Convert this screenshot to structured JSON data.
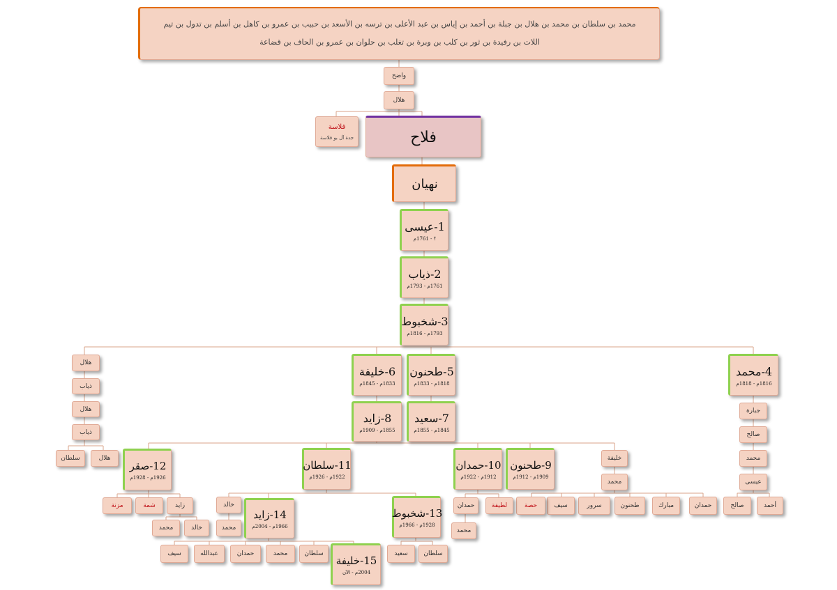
{
  "header": {
    "line1": "محمد بن سلطان بن محمد بن هلال بن جبلة بن أحمد بن إياس بن عبد الأعلى بن ترسه بن الأسعد بن حبيب بن عمرو بن كاهل بن أسلم بن تدول بن تيم",
    "line2": "اللات بن رفيدة بن ثور بن كلب بن وبرة بن تغلب بن حلوان بن عمرو بن الحاف بن قضاعة"
  },
  "root": {
    "wadeh": "واضح",
    "hilal": "هلال",
    "falasa": "فلاسة",
    "falasa_note": "جدة آل بو فلاسة",
    "falah": "فلاح",
    "nahyan": "نهيان"
  },
  "rulers": {
    "r1": {
      "name": "1-عيسى",
      "dates": "؟ - 1761م"
    },
    "r2": {
      "name": "2-ذياب",
      "dates": "1761م - 1793م"
    },
    "r3": {
      "name": "3-شخبوط",
      "dates": "1793م - 1816م"
    },
    "r4": {
      "name": "4-محمد",
      "dates": "1816م - 1818م"
    },
    "r5": {
      "name": "5-طحنون",
      "dates": "1818م - 1833م"
    },
    "r6": {
      "name": "6-خليفة",
      "dates": "1833م - 1845م"
    },
    "r7": {
      "name": "7-سعيد",
      "dates": "1845م - 1855م"
    },
    "r8": {
      "name": "8-زايد",
      "dates": "1855م - 1909م"
    },
    "r9": {
      "name": "9-طحنون",
      "dates": "1909م - 1912م"
    },
    "r10": {
      "name": "10-حمدان",
      "dates": "1912م - 1922م"
    },
    "r11": {
      "name": "11-سلطان",
      "dates": "1922م - 1926م"
    },
    "r12": {
      "name": "12-صقر",
      "dates": "1926م - 1928م"
    },
    "r13": {
      "name": "13-شخبوط",
      "dates": "1928م - 1966م"
    },
    "r14": {
      "name": "14-زايد",
      "dates": "1966م - 2004م"
    },
    "r15": {
      "name": "15-خليفة",
      "dates": "2004م - الآن"
    }
  },
  "left_chain": [
    "هلال",
    "ذياب",
    "هلال",
    "ذياب"
  ],
  "left_bottom": [
    "سلطان",
    "هلال"
  ],
  "mohammed_chain": [
    "جبارة",
    "صالح",
    "محمد",
    "عيسى"
  ],
  "mohammed_bottom": [
    "صالح",
    "أحمد"
  ],
  "khalifa_side": [
    "خليفة",
    "محمد"
  ],
  "khalifa_children": [
    "حمدان",
    "مبارك",
    "طحنون",
    "سرور",
    "سيف",
    "حصة"
  ],
  "saqr_children": [
    "مزنة",
    "شمة",
    "زايد"
  ],
  "zayed3_children": [
    "محمد",
    "خالد"
  ],
  "sultan_children": [
    "خالد",
    "محمد"
  ],
  "zayed_children": [
    "سيف",
    "عبدالله",
    "حمدان",
    "محمد",
    "سلطان"
  ],
  "shakhbut_children": [
    "سعيد",
    "سلطان"
  ],
  "hamdan_children": [
    "حمدان",
    "محمد"
  ],
  "tahnoun_children_red": [
    "لطيفة"
  ]
}
